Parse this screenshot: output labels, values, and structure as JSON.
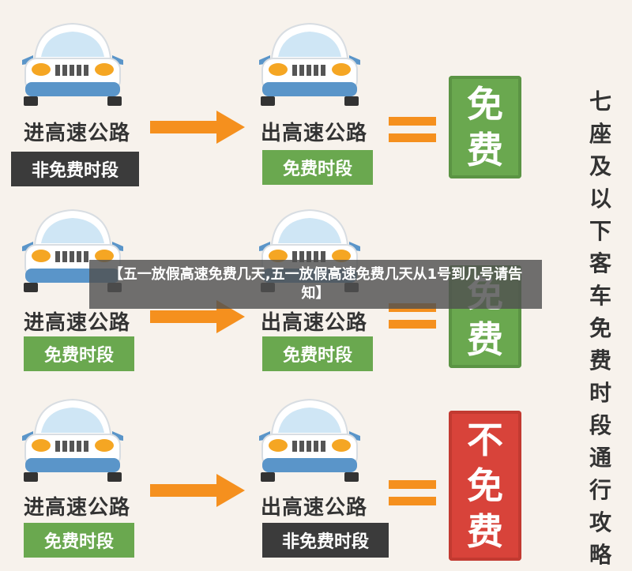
{
  "rows": [
    {
      "entry_label": "进高速公路",
      "entry_tag": "非免费时段",
      "exit_label": "出高速公路",
      "exit_tag": "免费时段",
      "result": [
        "免",
        "费"
      ]
    },
    {
      "entry_label": "进高速公路",
      "entry_tag": "免费时段",
      "exit_label": "出高速公路",
      "exit_tag": "免费时段",
      "result": [
        "免",
        "费"
      ]
    },
    {
      "entry_label": "进高速公路",
      "entry_tag": "免费时段",
      "exit_label": "出高速公路",
      "exit_tag": "非免费时段",
      "result": [
        "不",
        "免",
        "费"
      ]
    }
  ],
  "side_title": [
    "七",
    "座",
    "及",
    "以",
    "下",
    "客",
    "车",
    "免",
    "费",
    "时",
    "段",
    "通",
    "行",
    "攻",
    "略"
  ],
  "overlay_caption": "【五一放假高速免费几天,五一放假高速免费几天从1号到几号请告知】",
  "colors": {
    "green": "#6aa84f",
    "red": "#d8433a",
    "dark": "#3b3b3b",
    "orange": "#f5901e",
    "blue": "#5a95c9"
  }
}
